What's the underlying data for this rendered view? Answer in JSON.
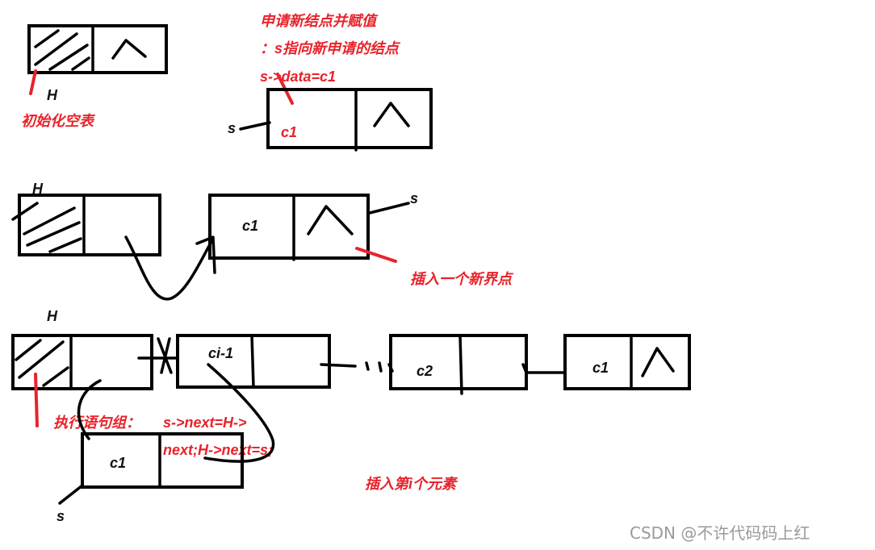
{
  "annotations": {
    "init_empty_list": "初始化空表",
    "alloc_title": "申请新结点并赋值",
    "alloc_pointer": "：s指向新申请的结点",
    "alloc_assign": "s->data=c1",
    "insert_new_node": "插入一个新界点",
    "exec_statements": "执行语句组：",
    "stmt_part1": "s->next=H->",
    "stmt_part2": "next;H->next=s;",
    "insert_ith": "插入第i个元素"
  },
  "labels": {
    "head": "H",
    "s": "s",
    "c1": "c1",
    "c2": "c2",
    "ci_minus_1": "ci-1",
    "null_mark": "^"
  },
  "watermark": "CSDN @不许代码码上红",
  "colors": {
    "annotation": "#e8232b",
    "ink": "#000000",
    "watermark": "#9a9a9a"
  }
}
